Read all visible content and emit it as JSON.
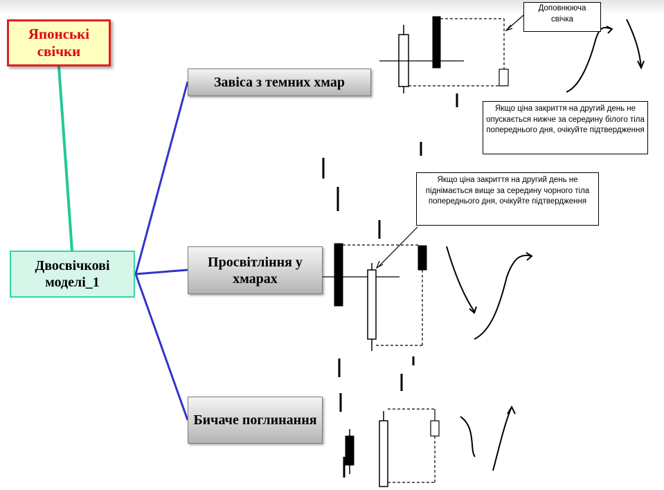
{
  "root": {
    "label": "Японські свічки"
  },
  "hub": {
    "label": "Двосвічкові моделі_1"
  },
  "branches": [
    {
      "label": "Завіса з темних хмар"
    },
    {
      "label": "Просвітління у хмарах"
    },
    {
      "label": "Бичаче поглинання"
    }
  ],
  "notes": {
    "complementary": "Доповнююча свічка",
    "dark_cloud": "Якщо ціна закриття на другий день не опускається нижче за середину білого тіла попереднього дня, очікуйте підтвердження",
    "piercing": "Якщо ціна закриття на другий день не піднімається вище за середину чорного тіла попереднього дня, очікуйте підтвердження"
  },
  "colors": {
    "root_border": "#e02020",
    "root_text": "#e00000",
    "root_fill": "#ffffc0",
    "hub_fill": "#d6f6ea",
    "hub_border": "#33d6a0",
    "connector_root": "#22c89a",
    "connector_branch": "#3333cc"
  }
}
